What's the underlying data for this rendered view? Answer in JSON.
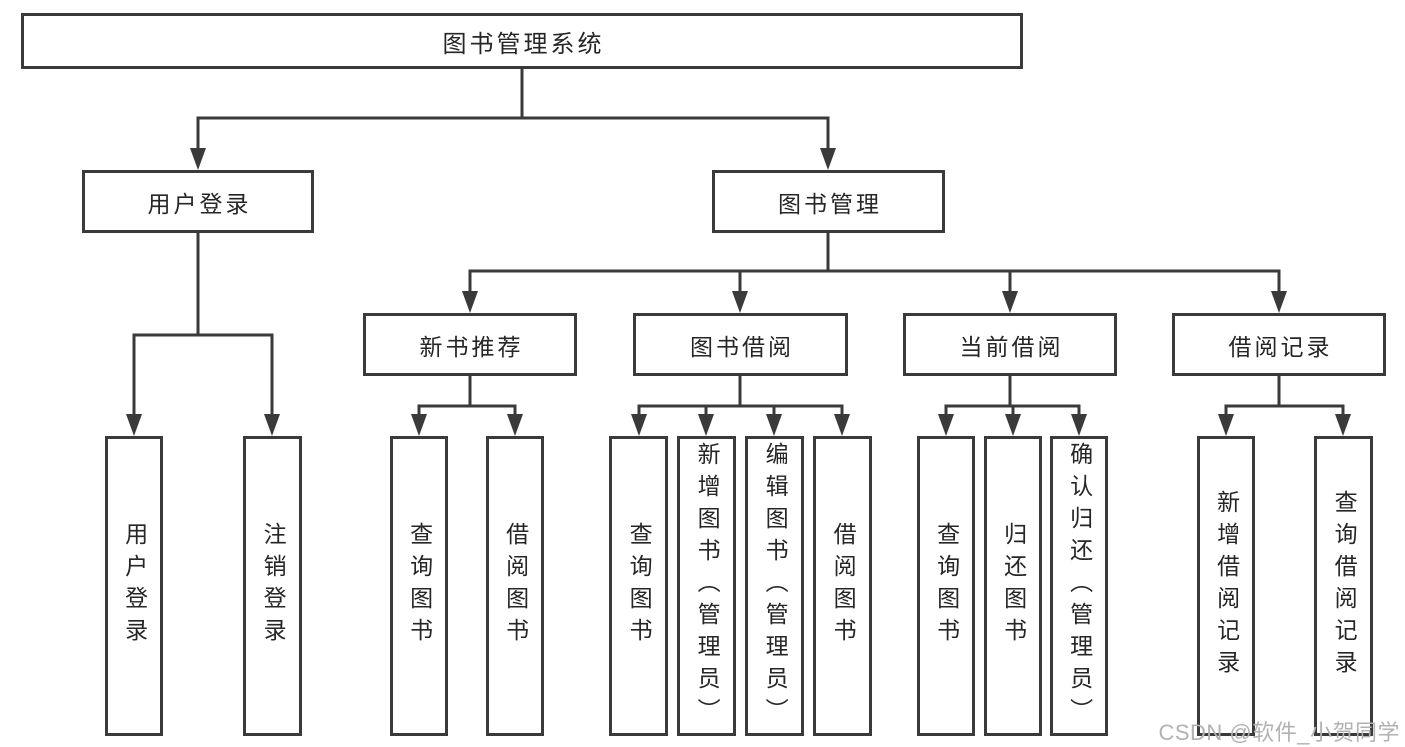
{
  "root": {
    "label": "图书管理系统"
  },
  "level1": [
    {
      "label": "用户登录"
    },
    {
      "label": "图书管理"
    }
  ],
  "level2": [
    {
      "label": "新书推荐"
    },
    {
      "label": "图书借阅"
    },
    {
      "label": "当前借阅"
    },
    {
      "label": "借阅记录"
    }
  ],
  "leaves": {
    "user": [
      "用户登录",
      "注销登录"
    ],
    "newbook": [
      "查询图书",
      "借阅图书"
    ],
    "borrow": [
      "查询图书",
      "新增图书（管理员）",
      "编辑图书（管理员）",
      "借阅图书"
    ],
    "current": [
      "查询图书",
      "归还图书",
      "确认归还（管理员）"
    ],
    "records": [
      "新增借阅记录",
      "查询借阅记录"
    ]
  },
  "watermark": {
    "text": "CSDN @软件_小贺同学"
  },
  "colors": {
    "line": "#3a3a3a",
    "text": "#262626",
    "background": "#ffffff",
    "watermark": "#b2b2b2"
  }
}
